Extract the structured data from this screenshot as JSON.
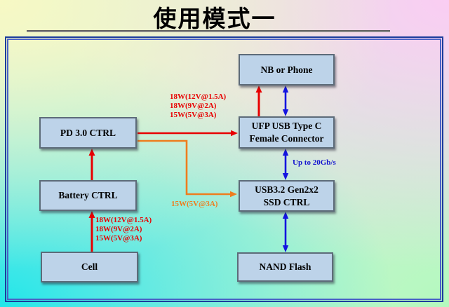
{
  "title": "使用模式一",
  "boxes": {
    "nb_or_phone": {
      "label": "NB or Phone"
    },
    "ufp_connector": {
      "line1": "UFP USB Type C",
      "line2": "Female Connector"
    },
    "ssd_ctrl": {
      "line1": "USB3.2 Gen2x2",
      "line2": "SSD CTRL"
    },
    "nand_flash": {
      "label": "NAND Flash"
    },
    "pd_ctrl": {
      "label": "PD 3.0 CTRL"
    },
    "battery_ctrl": {
      "label": "Battery CTRL"
    },
    "cell": {
      "label": "Cell"
    }
  },
  "labels": {
    "charge_profile_top": [
      "18W(12V@1.5A)",
      "18W(9V@2A)",
      "15W(5V@3A)"
    ],
    "charge_profile_cell": [
      "18W(12V@1.5A)",
      "18W(9V@2A)",
      "15W(5V@3A)"
    ],
    "usb_power": "15W(5V@3A)",
    "bandwidth": "Up to 20Gb/s"
  },
  "colors": {
    "red_arrow": "#e80000",
    "orange_arrow": "#ee7d1e",
    "blue_arrow": "#1414e0",
    "box_fill": "#bdd3e9",
    "box_border": "#5d6b79",
    "frame_outer_blue": "#1c3d9c",
    "frame_inner_blue": "#4a63c6",
    "bg_top_left": "#f7f9c4",
    "bg_top_right": "#facdf3",
    "bg_bottom_left": "#22e6e9",
    "bg_bottom_right": "#b4f9be"
  }
}
